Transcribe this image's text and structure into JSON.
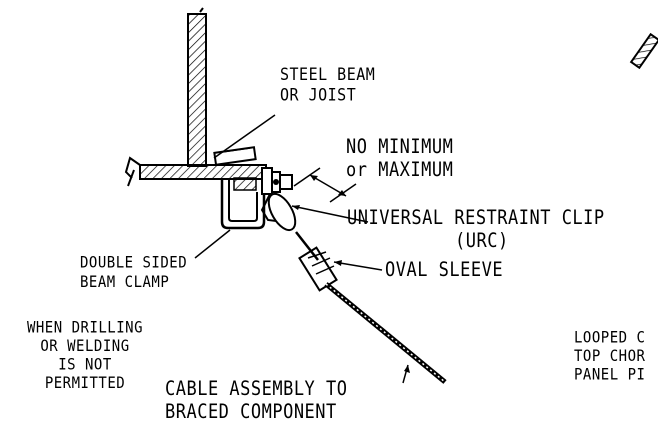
{
  "labels": {
    "steel_beam": [
      "STEEL BEAM",
      "OR JOIST"
    ],
    "no_min_max": [
      "NO MINIMUM",
      "or MAXIMUM"
    ],
    "urc": [
      "UNIVERSAL RESTRAINT CLIP",
      "(URC)"
    ],
    "oval_sleeve": "OVAL SLEEVE",
    "beam_clamp": [
      "DOUBLE SIDED",
      "BEAM CLAMP"
    ],
    "drilling_note": [
      "WHEN DRILLING",
      "OR WELDING",
      "IS NOT",
      "PERMITTED"
    ],
    "cable_assembly": [
      "CABLE ASSEMBLY TO",
      "BRACED COMPONENT"
    ],
    "looped_cropped": [
      "LOOPED C",
      "TOP CHOR",
      "PANEL PI"
    ]
  },
  "colors": {
    "ink": "#000000",
    "background": "#ffffff"
  }
}
